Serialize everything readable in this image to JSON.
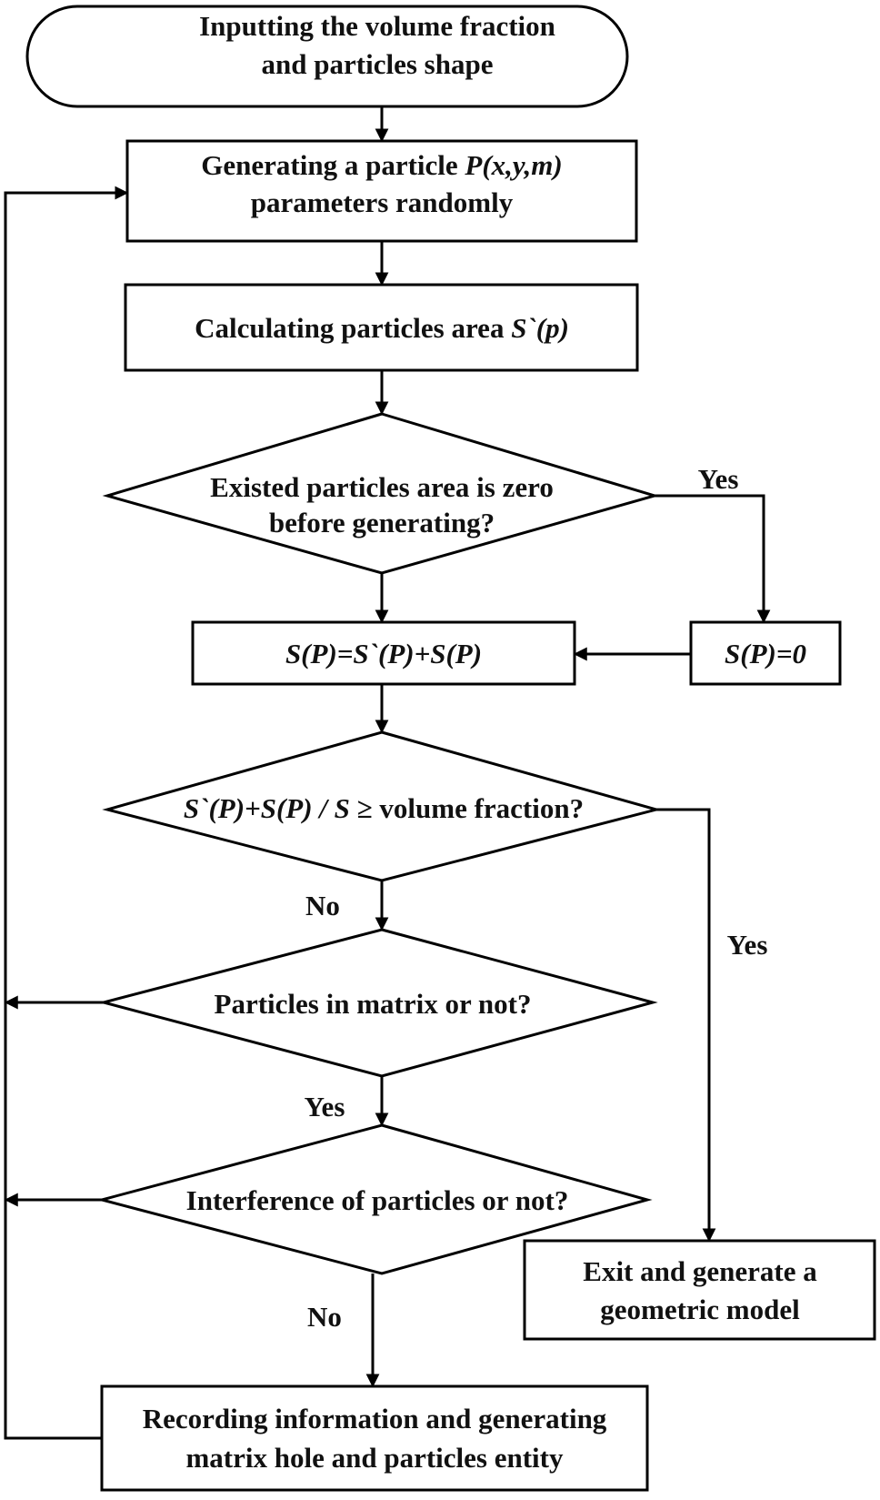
{
  "nodes": {
    "input": {
      "lines": [
        "Inputting the volume fraction",
        "and particles shape"
      ]
    },
    "generate": {
      "line1_text": "Generating a particle ",
      "line1_math": "P(x,y,m)",
      "line2": "parameters randomly"
    },
    "calc_area": {
      "text": "Calculating particles area ",
      "math": "S`(p)"
    },
    "zero_check": {
      "lines": [
        "Existed particles area is zero",
        "before generating?"
      ]
    },
    "accumulate": {
      "math": "S(P)=S`(P)+S(P)"
    },
    "reset": {
      "math": "S(P)=0"
    },
    "fraction_check": {
      "math": "S`(P)+S(P) / S",
      "text": " ≥ volume fraction?"
    },
    "matrix_check": {
      "text": "Particles in matrix or not?"
    },
    "interference_check": {
      "text": "Interference of particles or not?"
    },
    "exit": {
      "lines": [
        "Exit and generate a",
        "geometric model"
      ]
    },
    "record": {
      "lines": [
        "Recording information and generating",
        "matrix hole and particles entity"
      ]
    }
  },
  "edge_labels": {
    "zero_yes": "Yes",
    "fraction_no": "No",
    "fraction_yes": "Yes",
    "matrix_yes": "Yes",
    "interference_no": "No"
  }
}
